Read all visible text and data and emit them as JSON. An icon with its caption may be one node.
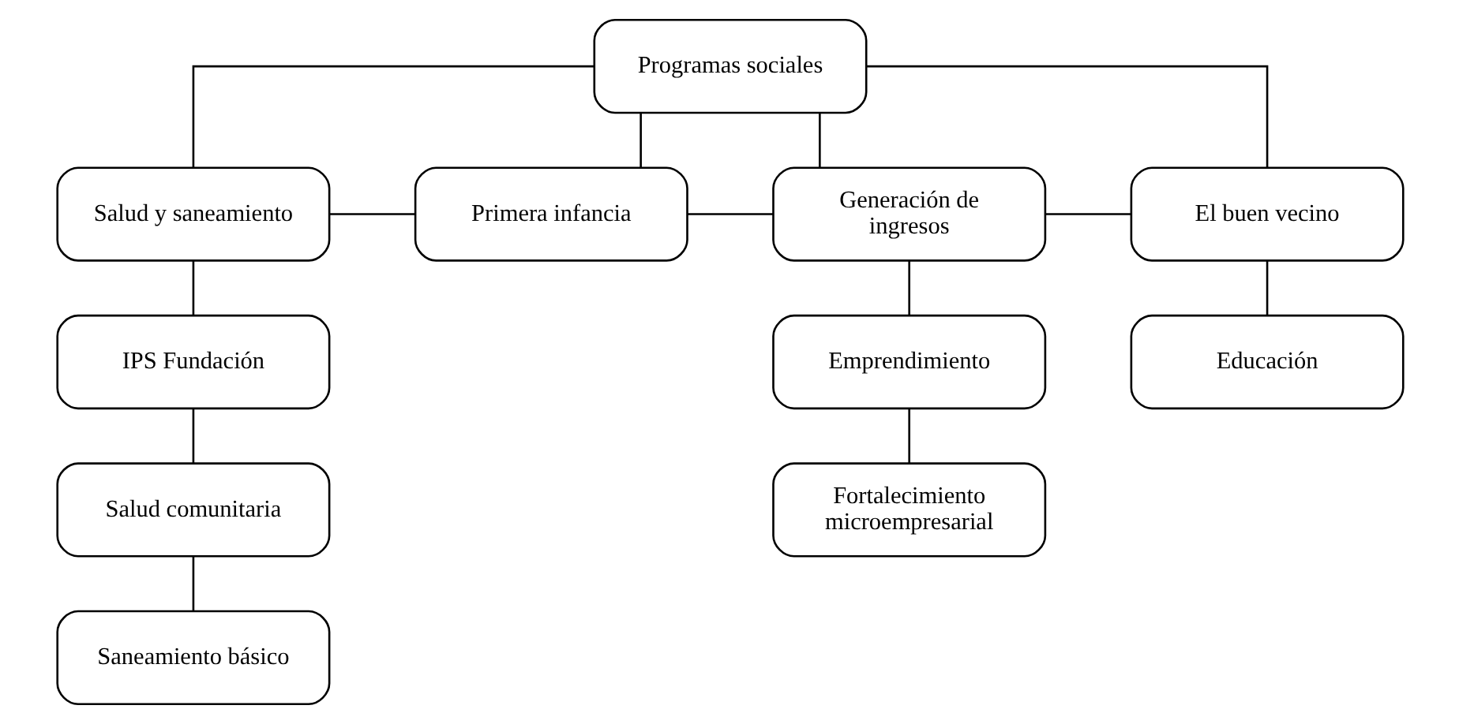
{
  "diagram": {
    "nodes": [
      {
        "text": [
          "Programas sociales"
        ]
      },
      {
        "text": [
          "Salud y saneamiento"
        ]
      },
      {
        "text": [
          "Primera infancia"
        ]
      },
      {
        "text": [
          "Generación de ingresos"
        ]
      },
      {
        "text": [
          "El buen vecino"
        ]
      },
      {
        "text": [
          "IPS Fundación"
        ]
      },
      {
        "text": [
          "Salud comunitaria"
        ]
      },
      {
        "text": [
          "Saneamiento básico"
        ]
      },
      {
        "text": [
          "Emprendimiento"
        ]
      },
      {
        "text": [
          "Fortalecimiento microempresarial"
        ]
      },
      {
        "text": [
          "Educación"
        ]
      }
    ],
    "edges": [
      {
        "from": 0,
        "to": 1,
        "arrow": "none"
      },
      {
        "from": 0,
        "to": 2,
        "arrow": "none"
      },
      {
        "from": 0,
        "to": 3,
        "arrow": "none"
      },
      {
        "from": 0,
        "to": 4,
        "arrow": "none"
      },
      {
        "from": 1,
        "to": 2,
        "arrow": "none"
      },
      {
        "from": 2,
        "to": 3,
        "arrow": "none"
      },
      {
        "from": 3,
        "to": 4,
        "arrow": "none"
      },
      {
        "from": 1,
        "to": 5,
        "arrow": "none"
      },
      {
        "from": 5,
        "to": 6,
        "arrow": "none"
      },
      {
        "from": 6,
        "to": 7,
        "arrow": "none"
      },
      {
        "from": 3,
        "to": 8,
        "arrow": "none"
      },
      {
        "from": 8,
        "to": 9,
        "arrow": "none"
      },
      {
        "from": 4,
        "to": 10,
        "arrow": "none"
      }
    ]
  }
}
